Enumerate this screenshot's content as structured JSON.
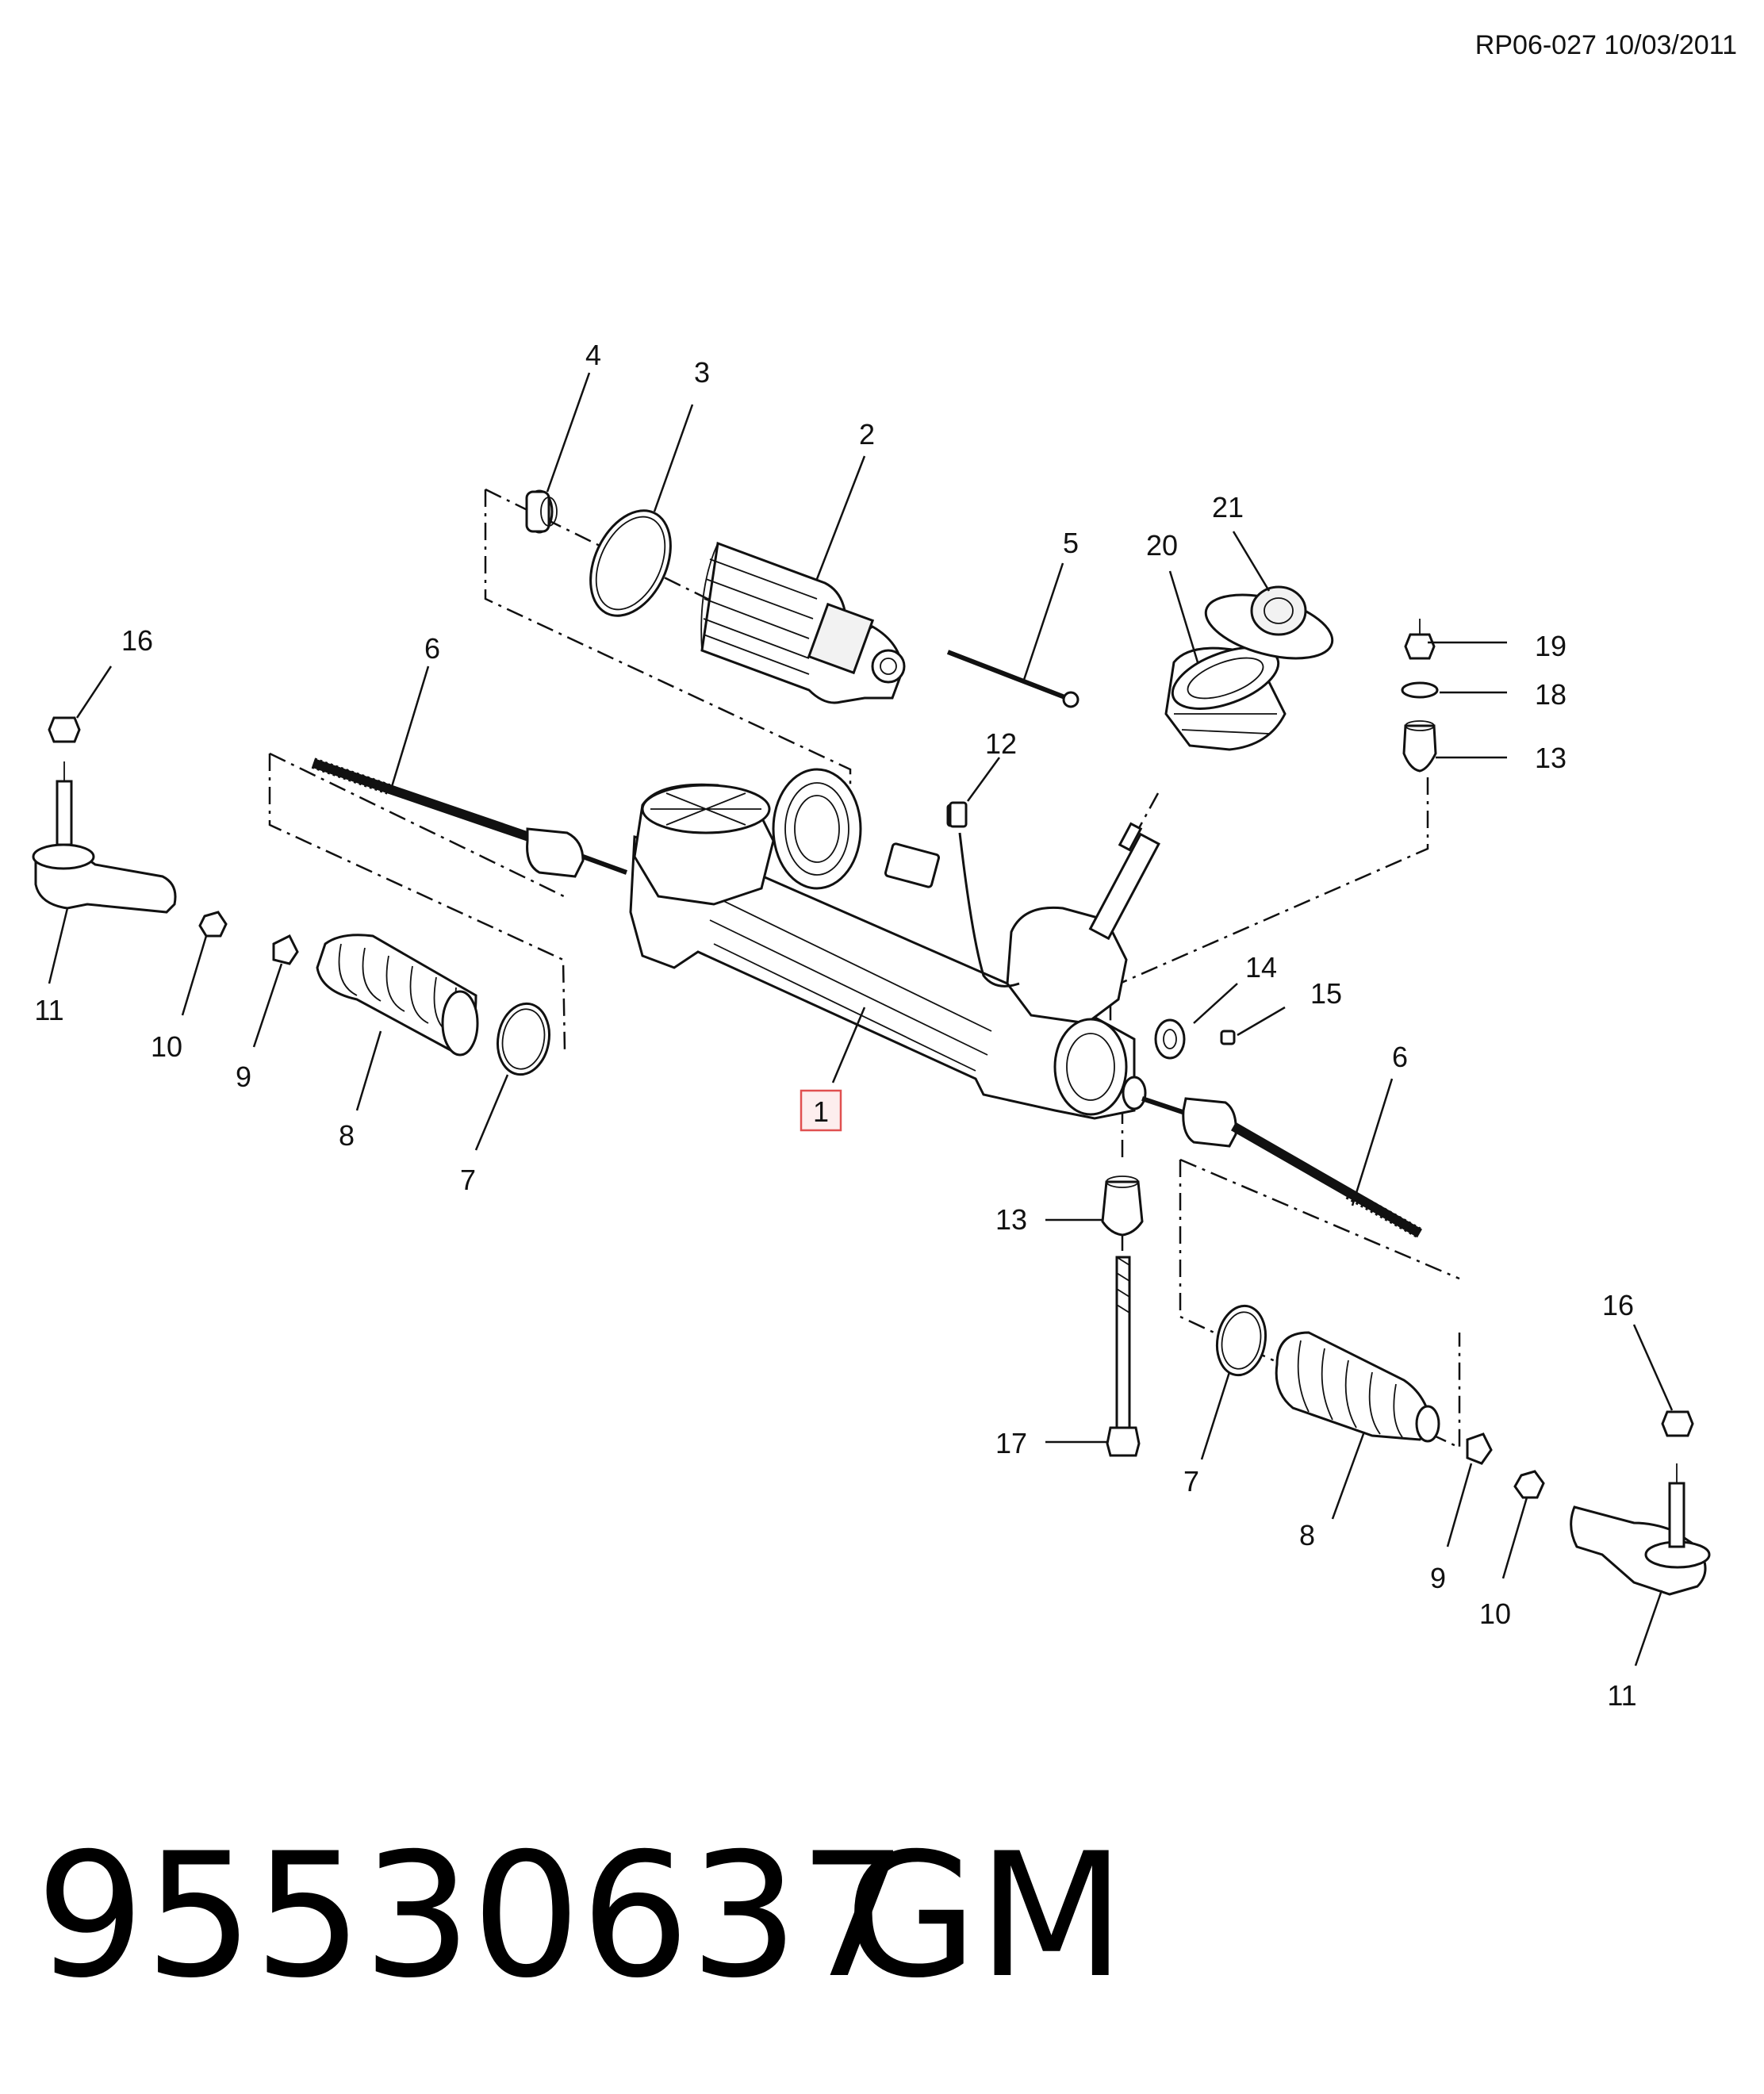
{
  "reference": "RP06-027 10/03/2011",
  "part_number": "95530637",
  "brand": "GM",
  "highlight_color": "#e05050",
  "callouts": {
    "c1": "1",
    "c2": "2",
    "c3": "3",
    "c4": "4",
    "c5": "5",
    "c6_left": "6",
    "c6_right": "6",
    "c7_left": "7",
    "c7_right": "7",
    "c8_left": "8",
    "c8_right": "8",
    "c9_left": "9",
    "c9_right": "9",
    "c10_left": "10",
    "c10_right": "10",
    "c11_left": "11",
    "c11_right": "11",
    "c12": "12",
    "c13_top": "13",
    "c13_bottom": "13",
    "c14": "14",
    "c15": "15",
    "c16_left": "16",
    "c16_right": "16",
    "c17": "17",
    "c18": "18",
    "c19": "19",
    "c20": "20",
    "c21": "21"
  }
}
